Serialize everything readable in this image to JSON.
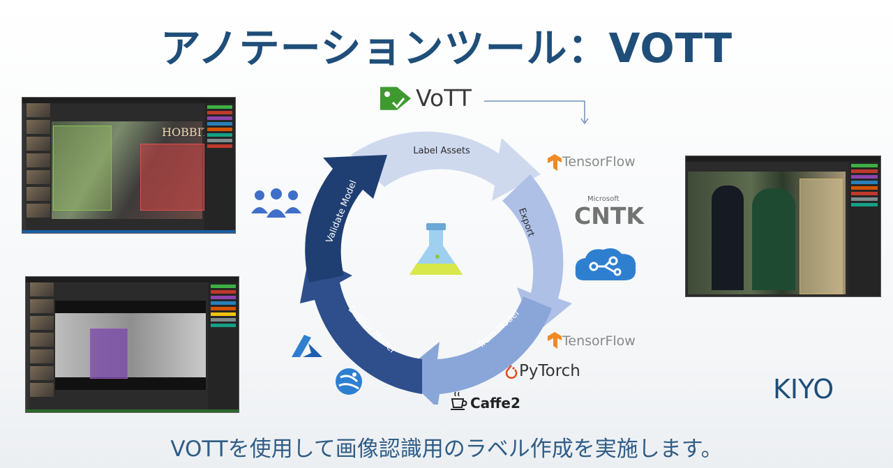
{
  "title": "アノテーションツール：VOTT",
  "caption": "VOTTを使用して画像認識用のラベル作成を実施します。",
  "author": "KIYO",
  "vott_label": "VoTT",
  "cycle": {
    "steps": [
      "Label Assets",
      "Export",
      "Train Model",
      "Deploy Model",
      "Validate Model"
    ]
  },
  "logos": {
    "tensorflow_1": "TensorFlow",
    "microsoft": "Microsoft",
    "cntk": "CNTK",
    "tensorflow_2": "TensorFlow",
    "pytorch": "PyTorch",
    "caffe2": "Caffe2"
  },
  "screenshots": {
    "hobbit_text": "HOBBIT"
  },
  "colors": {
    "title": "#1f4e79",
    "caption": "#2f5d87",
    "cycle_light": "#cfd9ee",
    "cycle_mid": "#8aa6d8",
    "cycle_dark": "#2e4f8c",
    "cycle_darkest": "#1f3f73",
    "tensorflow": "#f08a24",
    "vott_green": "#3e9a2e"
  }
}
